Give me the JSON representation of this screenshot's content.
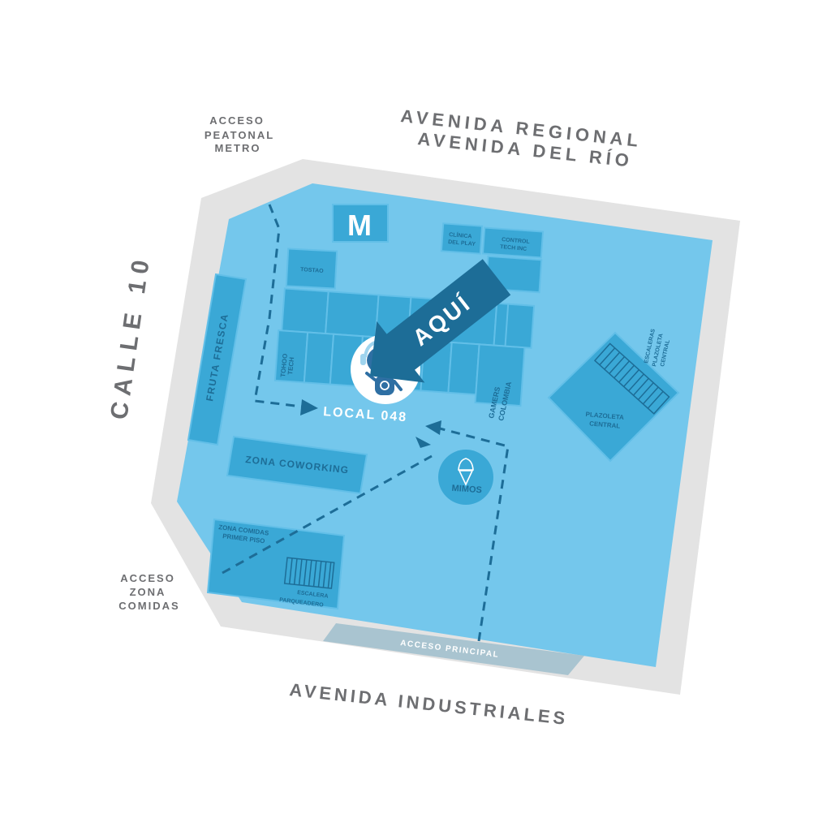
{
  "colors": {
    "background": "#ffffff",
    "sidewalk": "#e3e3e3",
    "floor": "#74c7ec",
    "store": "#3aa8d6",
    "accent_dark": "#1d6d97",
    "street_text": "#6d6e71",
    "entrance": "#a9c4d0"
  },
  "streets": {
    "north_1": "AVENIDA REGIONAL",
    "north_2": "AVENIDA DEL RÍO",
    "west": "CALLE 10",
    "south": "AVENIDA INDUSTRIALES"
  },
  "accesses": {
    "metro": [
      "ACCESO",
      "PEATONAL",
      "METRO"
    ],
    "food": [
      "ACCESO",
      "ZONA",
      "COMIDAS"
    ],
    "main": "ACCESO PRINCIPAL"
  },
  "places": {
    "mcdonalds_icon": "mcdonalds-logo-icon",
    "clinica": [
      "CLÍNICA",
      "DEL PLAY"
    ],
    "control": [
      "CONTROL",
      "TECH INC"
    ],
    "tostao": "TOSTAO",
    "fruta": "FRUTA FRESCA",
    "tohoo": [
      "TOHOO",
      "TECH"
    ],
    "gamers": [
      "GAMERS",
      "COLOMBIA"
    ],
    "coworking": "ZONA COWORKING",
    "comidas": [
      "ZONA COMIDAS",
      "PRIMER PISO"
    ],
    "escalera": [
      "ESCALERA",
      "PARQUEADERO"
    ],
    "mimos": "MIMOS",
    "mimos_icon": "ice-cream-icon",
    "escaleras_plazoleta": [
      "ESCALERAS",
      "PLAZOLETA",
      "CENTRAL"
    ],
    "plazoleta": [
      "PLAZOLETA",
      "CENTRAL"
    ]
  },
  "marker": {
    "here": "AQUÍ",
    "local": "LOCAL 048",
    "mascot_icon": "robot-mascot-icon"
  }
}
